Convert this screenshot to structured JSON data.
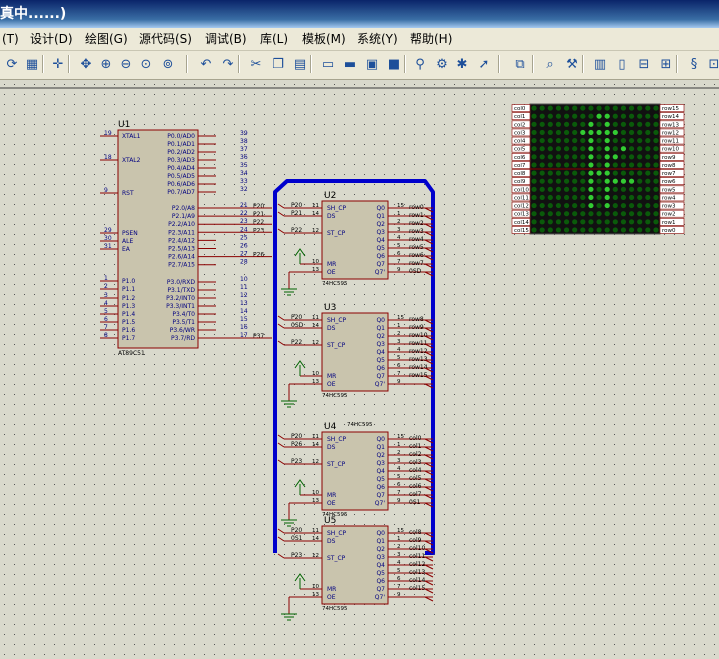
{
  "window": {
    "title": "真中......)"
  },
  "menu": [
    {
      "label": "(T)"
    },
    {
      "label": "设计(D)"
    },
    {
      "label": "绘图(G)"
    },
    {
      "label": "源代码(S)"
    },
    {
      "label": "调试(B)"
    },
    {
      "label": "库(L)"
    },
    {
      "label": "模板(M)"
    },
    {
      "label": "系统(Y)"
    },
    {
      "label": "帮助(H)"
    }
  ],
  "toolbar": [
    {
      "icon": "refresh-icon",
      "glyph": "⟳"
    },
    {
      "icon": "grid-icon",
      "glyph": "▦"
    },
    {
      "icon": "origin-icon",
      "glyph": "✛"
    },
    {
      "icon": "pan-icon",
      "glyph": "✥"
    },
    {
      "icon": "zoom-in-icon",
      "glyph": "⊕"
    },
    {
      "icon": "zoom-out-icon",
      "glyph": "⊖"
    },
    {
      "icon": "zoom-all-icon",
      "glyph": "⊙"
    },
    {
      "icon": "zoom-area-icon",
      "glyph": "⊚"
    },
    {
      "icon": "undo-icon",
      "glyph": "↶"
    },
    {
      "icon": "redo-icon",
      "glyph": "↷"
    },
    {
      "icon": "cut-icon",
      "glyph": "✂"
    },
    {
      "icon": "copy-icon",
      "glyph": "❐"
    },
    {
      "icon": "paste-icon",
      "glyph": "▤"
    },
    {
      "icon": "block-copy-icon",
      "glyph": "▭"
    },
    {
      "icon": "block-move-icon",
      "glyph": "▬"
    },
    {
      "icon": "block-rotate-icon",
      "glyph": "▣"
    },
    {
      "icon": "block-delete-icon",
      "glyph": "■"
    },
    {
      "icon": "pick-device-icon",
      "glyph": "⚲"
    },
    {
      "icon": "make-device-icon",
      "glyph": "⚙"
    },
    {
      "icon": "package-icon",
      "glyph": "✱"
    },
    {
      "icon": "decompose-icon",
      "glyph": "➚"
    },
    {
      "icon": "wire-autorouter-icon",
      "glyph": "⧉"
    },
    {
      "icon": "search-icon",
      "glyph": "⌕"
    },
    {
      "icon": "property-tool-icon",
      "glyph": "⚒"
    },
    {
      "icon": "new-sheet-icon",
      "glyph": "▥"
    },
    {
      "icon": "remove-sheet-icon",
      "glyph": "▯"
    },
    {
      "icon": "zoom-child-icon",
      "glyph": "⊟"
    },
    {
      "icon": "bom-icon",
      "glyph": "⊞"
    },
    {
      "icon": "netlist-icon",
      "glyph": "§"
    },
    {
      "icon": "ares-icon",
      "glyph": "⊡"
    }
  ],
  "schematic": {
    "mcu": {
      "ref": "U1",
      "part": "AT89C51",
      "left_pins": [
        {
          "num": "19",
          "name": "XTAL1"
        },
        {
          "num": "18",
          "name": "XTAL2"
        },
        {
          "num": "9",
          "name": "RST"
        },
        {
          "num": "29",
          "name": "PSEN"
        },
        {
          "num": "30",
          "name": "ALE"
        },
        {
          "num": "31",
          "name": "EA"
        },
        {
          "num": "1",
          "name": "P1.0"
        },
        {
          "num": "2",
          "name": "P1.1"
        },
        {
          "num": "3",
          "name": "P1.2"
        },
        {
          "num": "4",
          "name": "P1.3"
        },
        {
          "num": "5",
          "name": "P1.4"
        },
        {
          "num": "6",
          "name": "P1.5"
        },
        {
          "num": "7",
          "name": "P1.6"
        },
        {
          "num": "8",
          "name": "P1.7"
        }
      ],
      "right_pins": [
        {
          "num": "39",
          "name": "P0.0/AD0"
        },
        {
          "num": "38",
          "name": "P0.1/AD1"
        },
        {
          "num": "37",
          "name": "P0.2/AD2"
        },
        {
          "num": "36",
          "name": "P0.3/AD3"
        },
        {
          "num": "35",
          "name": "P0.4/AD4"
        },
        {
          "num": "34",
          "name": "P0.5/AD5"
        },
        {
          "num": "33",
          "name": "P0.6/AD6"
        },
        {
          "num": "32",
          "name": "P0.7/AD7"
        },
        {
          "num": "21",
          "name": "P2.0/A8",
          "net": "P20"
        },
        {
          "num": "22",
          "name": "P2.1/A9",
          "net": "P21"
        },
        {
          "num": "23",
          "name": "P2.2/A10",
          "net": "P22"
        },
        {
          "num": "24",
          "name": "P2.3/A11",
          "net": "P23"
        },
        {
          "num": "25",
          "name": "P2.4/A12"
        },
        {
          "num": "26",
          "name": "P2.5/A13"
        },
        {
          "num": "27",
          "name": "P2.6/A14",
          "net": "P26"
        },
        {
          "num": "28",
          "name": "P2.7/A15"
        },
        {
          "num": "10",
          "name": "P3.0/RXD"
        },
        {
          "num": "11",
          "name": "P3.1/TXD"
        },
        {
          "num": "12",
          "name": "P3.2/INT0"
        },
        {
          "num": "13",
          "name": "P3.3/INT1"
        },
        {
          "num": "14",
          "name": "P3.4/T0"
        },
        {
          "num": "15",
          "name": "P3.5/T1"
        },
        {
          "num": "16",
          "name": "P3.6/WR"
        },
        {
          "num": "17",
          "name": "P3.7/RD",
          "net": "P37"
        }
      ]
    },
    "shift_registers": [
      {
        "ref": "U2",
        "part": "74HC595",
        "in_nets": [
          "P20",
          "P21",
          "P22"
        ],
        "ds_label": "P21",
        "outputs": [
          {
            "num": "15",
            "net": "row0"
          },
          {
            "num": "1",
            "net": "row1"
          },
          {
            "num": "2",
            "net": "row2"
          },
          {
            "num": "3",
            "net": "row3"
          },
          {
            "num": "4",
            "net": "row4"
          },
          {
            "num": "5",
            "net": "row5"
          },
          {
            "num": "6",
            "net": "row6"
          },
          {
            "num": "7",
            "net": "row7"
          },
          {
            "num": "9",
            "net": "0SD"
          }
        ]
      },
      {
        "ref": "U3",
        "part": "74HC595",
        "in_nets": [
          "P20",
          "0SD",
          "P22"
        ],
        "ds_label": "0SD",
        "outputs": [
          {
            "num": "15",
            "net": "row8"
          },
          {
            "num": "1",
            "net": "row9"
          },
          {
            "num": "2",
            "net": "row10"
          },
          {
            "num": "3",
            "net": "row11"
          },
          {
            "num": "4",
            "net": "row12"
          },
          {
            "num": "5",
            "net": "row13"
          },
          {
            "num": "6",
            "net": "row14"
          },
          {
            "num": "7",
            "net": "row15"
          },
          {
            "num": "9",
            "net": ""
          }
        ]
      },
      {
        "ref": "U4",
        "part": "74HC595",
        "in_nets": [
          "P20",
          "P26",
          "P23"
        ],
        "ds_label": "P26",
        "outputs": [
          {
            "num": "15",
            "net": "col0"
          },
          {
            "num": "1",
            "net": "col1"
          },
          {
            "num": "2",
            "net": "col2"
          },
          {
            "num": "3",
            "net": "col3"
          },
          {
            "num": "4",
            "net": "col4"
          },
          {
            "num": "5",
            "net": "col5"
          },
          {
            "num": "6",
            "net": "col6"
          },
          {
            "num": "7",
            "net": "col7"
          },
          {
            "num": "9",
            "net": "0S1"
          }
        ]
      },
      {
        "ref": "U5",
        "part": "74HC595",
        "in_nets": [
          "P20",
          "0S1",
          "P23"
        ],
        "ds_label": "0S1",
        "outputs": [
          {
            "num": "15",
            "net": "col8"
          },
          {
            "num": "1",
            "net": "col9"
          },
          {
            "num": "2",
            "net": "col10"
          },
          {
            "num": "3",
            "net": "col11"
          },
          {
            "num": "4",
            "net": "col12"
          },
          {
            "num": "5",
            "net": "col13"
          },
          {
            "num": "6",
            "net": "col14"
          },
          {
            "num": "7",
            "net": "col15"
          },
          {
            "num": "9",
            "net": ""
          }
        ]
      }
    ],
    "sr_pin_labels": {
      "shcp": "SH_CP",
      "ds": "DS",
      "stcp": "ST_CP",
      "mr": "MR",
      "oe": "OE",
      "shcp_num": "11",
      "ds_num": "14",
      "stcp_num": "12",
      "mr_num": "10",
      "oe_num": "13",
      "q": [
        "Q0",
        "Q1",
        "Q2",
        "Q3",
        "Q4",
        "Q5",
        "Q6",
        "Q7",
        "Q7'"
      ]
    },
    "u4_extra_label": "74HC595",
    "matrix": {
      "cols": [
        "col0",
        "col1",
        "col2",
        "col3",
        "col4",
        "col5",
        "col6",
        "col7",
        "col8",
        "col9",
        "col10",
        "col11",
        "col12",
        "col13",
        "col14",
        "col15"
      ],
      "rows": [
        "row15",
        "row14",
        "row13",
        "row12",
        "row11",
        "row10",
        "row9",
        "row8",
        "row7",
        "row6",
        "row5",
        "row4",
        "row3",
        "row2",
        "row1",
        "row0"
      ],
      "pattern": [
        "1111111111111111",
        "1111111100111111",
        "1111111010111111",
        "1111110000011111",
        "1111111010111111",
        "1111111010101111",
        "1111111010011111",
        "1111111010111111",
        "1111111000111111",
        "1111111010000111",
        "1111111010111111",
        "1111111010111111",
        "1111111010111111",
        "1111111111111111",
        "1111111111111111",
        "1111111111111111"
      ],
      "on_color": "#33cc33",
      "dim_color": "#0a5a0a"
    },
    "colors": {
      "wire": "#8b0000",
      "bus": "#0000cc",
      "part_fill": "#c9c4ad",
      "part_stroke": "#8b0000",
      "pin_text": "#000080",
      "ground": "#006400"
    }
  }
}
